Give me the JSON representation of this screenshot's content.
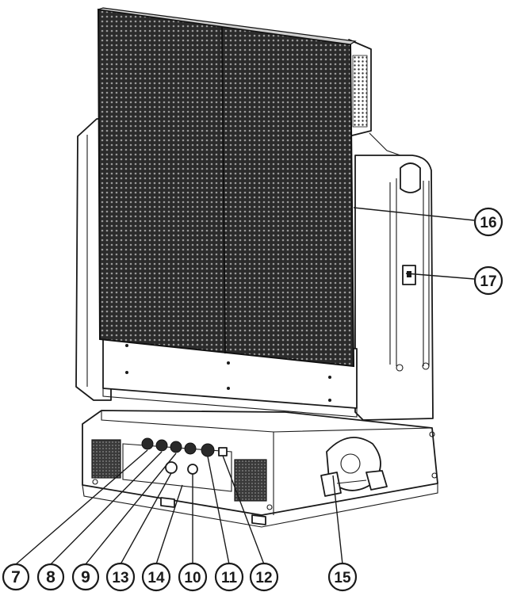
{
  "diagram": {
    "callouts": [
      {
        "id": "c7",
        "label": "7"
      },
      {
        "id": "c8",
        "label": "8"
      },
      {
        "id": "c9",
        "label": "9"
      },
      {
        "id": "c13",
        "label": "13"
      },
      {
        "id": "c14",
        "label": "14"
      },
      {
        "id": "c10",
        "label": "10"
      },
      {
        "id": "c11",
        "label": "11"
      },
      {
        "id": "c12",
        "label": "12"
      },
      {
        "id": "c15",
        "label": "15"
      },
      {
        "id": "c16",
        "label": "16"
      },
      {
        "id": "c17",
        "label": "17"
      }
    ],
    "colors": {
      "line": "#1a1a1a",
      "panel": "#2a2a2a",
      "led": "#9a9a9a",
      "background": "#ffffff"
    }
  }
}
